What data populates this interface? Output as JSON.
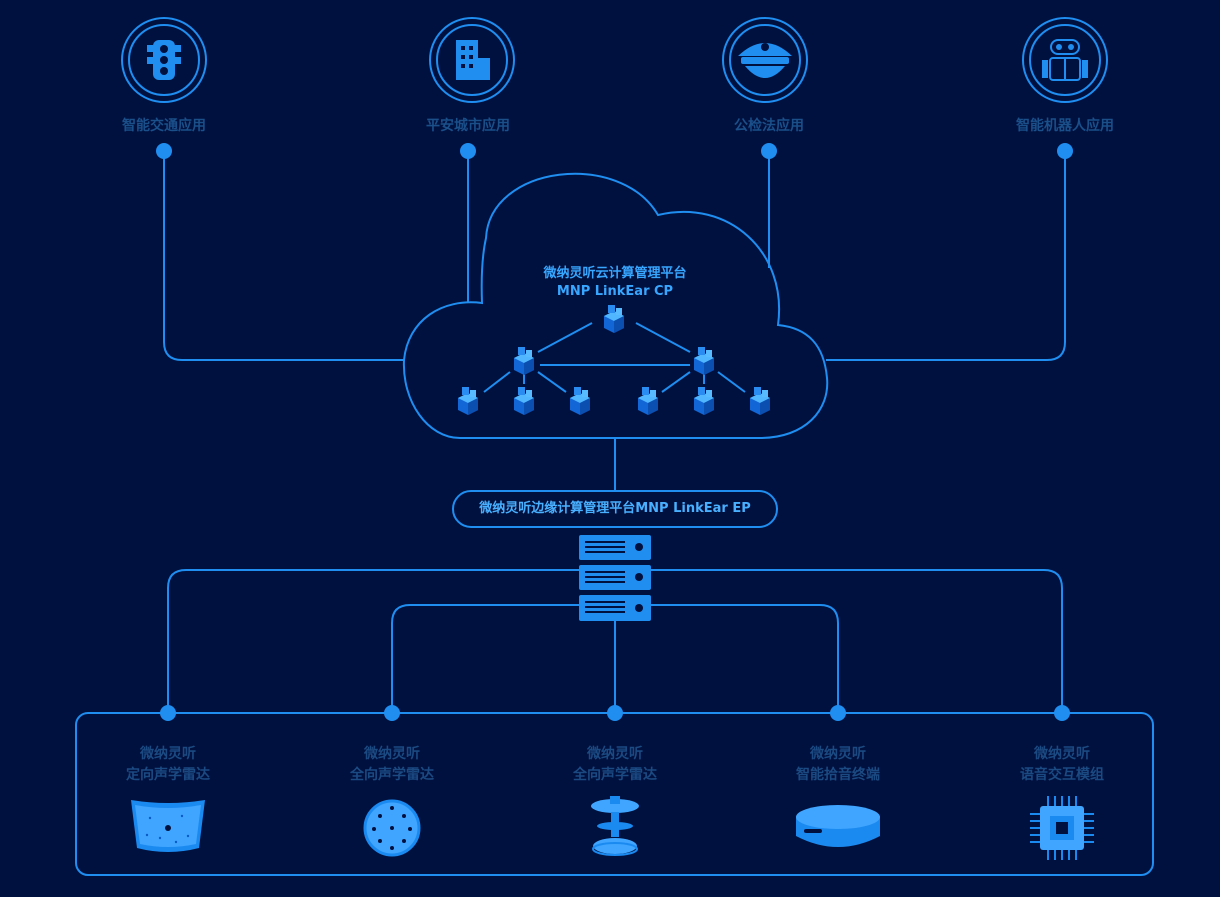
{
  "applications": [
    {
      "label": "智能交通应用",
      "icon": "traffic-light-icon"
    },
    {
      "label": "平安城市应用",
      "icon": "building-icon"
    },
    {
      "label": "公检法应用",
      "icon": "police-cap-icon"
    },
    {
      "label": "智能机器人应用",
      "icon": "robot-icon"
    }
  ],
  "cloud": {
    "title_cn": "微纳灵听云计算管理平台",
    "title_en": "MNP LinkEar CP"
  },
  "edge": {
    "label": "微纳灵听边缘计算管理平台MNP LinkEar EP",
    "icon": "server-rack-icon"
  },
  "devices": [
    {
      "brand": "微纳灵听",
      "name": "定向声学雷达",
      "icon": "flat-array-icon"
    },
    {
      "brand": "微纳灵听",
      "name": "全向声学雷达",
      "icon": "sphere-array-icon"
    },
    {
      "brand": "微纳灵听",
      "name": "全向声学雷达",
      "icon": "disc-array-icon"
    },
    {
      "brand": "微纳灵听",
      "name": "智能拾音终端",
      "icon": "puck-terminal-icon"
    },
    {
      "brand": "微纳灵听",
      "name": "语音交互模组",
      "icon": "chip-module-icon"
    }
  ],
  "colors": {
    "background": "#00113f",
    "line": "#1f8ef0",
    "accent": "#38a6ff",
    "label": "#1a4f8a"
  }
}
